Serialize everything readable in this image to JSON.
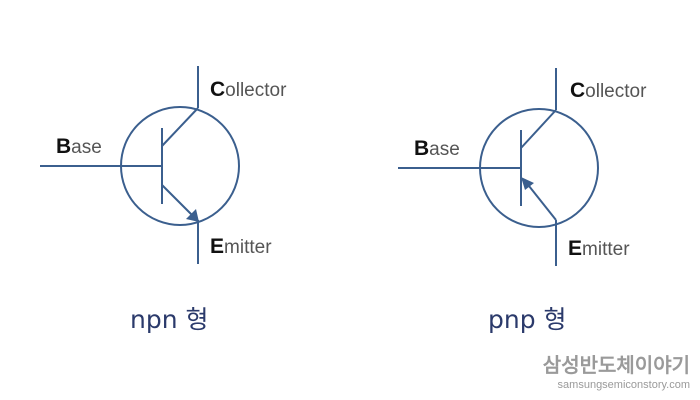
{
  "diagram": {
    "npn": {
      "collector": {
        "initial": "C",
        "rest": "ollector"
      },
      "base": {
        "initial": "B",
        "rest": "ase"
      },
      "emitter": {
        "initial": "E",
        "rest": "mitter"
      },
      "type_label": "npn 형"
    },
    "pnp": {
      "collector": {
        "initial": "C",
        "rest": "ollector"
      },
      "base": {
        "initial": "B",
        "rest": "ase"
      },
      "emitter": {
        "initial": "E",
        "rest": "mitter"
      },
      "type_label": "pnp 형"
    }
  },
  "watermark": {
    "title": "삼성반도체이야기",
    "url": "samsungsemiconstory.com"
  },
  "colors": {
    "symbol_stroke": "#3b5f8e",
    "type_label": "#2b3a6b",
    "watermark": "#9a9a9a"
  }
}
